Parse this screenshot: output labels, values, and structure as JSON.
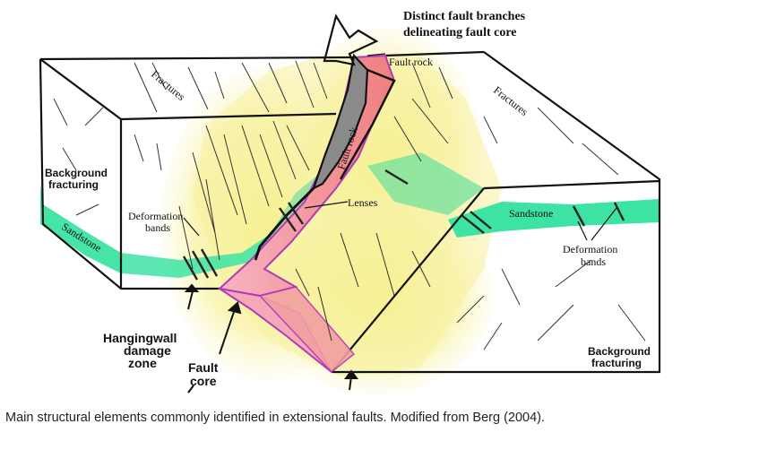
{
  "figure": {
    "labels": {
      "distinct_fault_branches_1": "Distinct fault branches",
      "distinct_fault_branches_2": "delineating fault core",
      "fault_rock_top": "Fault rock",
      "fault_rock_core": "Fault rock",
      "fractures_left": "Fractures",
      "fractures_right": "Fractures",
      "background_fracturing_left_1": "Background",
      "background_fracturing_left_2": "fracturing",
      "background_fracturing_right_1": "Background",
      "background_fracturing_right_2": "fracturing",
      "deformation_bands_left_1": "Deformation",
      "deformation_bands_left_2": "bands",
      "deformation_bands_right_1": "Deformation",
      "deformation_bands_right_2": "bands",
      "sandstone_left": "Sandstone",
      "sandstone_right": "Sandstone",
      "lenses": "Lenses",
      "hangingwall_1": "Hangingwall",
      "hangingwall_2": "damage",
      "hangingwall_3": "zone",
      "fault_core_1": "Fault",
      "fault_core_2": "core"
    },
    "colors": {
      "damage_zone": "#f7f3a0",
      "sandstone": "#3de3a3",
      "fault_rock": "#8a8a8a",
      "fault_core_pink": "#f08aa0",
      "fault_core_outline": "#b03ab8"
    }
  },
  "caption": "Main structural elements commonly identified in extensional faults. Modified from Berg (2004)."
}
